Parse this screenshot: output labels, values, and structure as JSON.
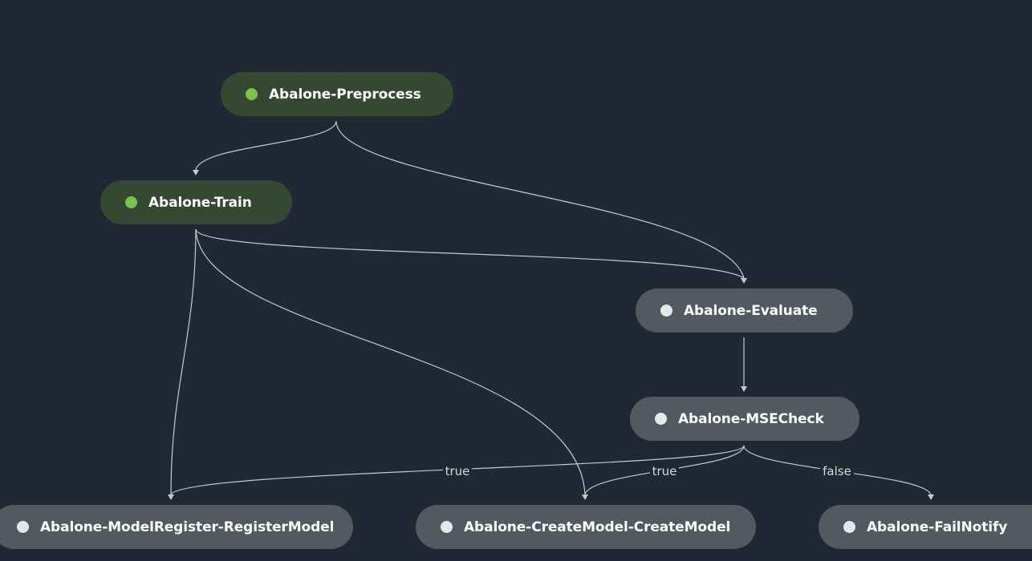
{
  "pipeline": {
    "nodes": [
      {
        "id": "preprocess",
        "label": "Abalone-Preprocess",
        "status": "succeeded",
        "status_color": "#7cc24f"
      },
      {
        "id": "train",
        "label": "Abalone-Train",
        "status": "succeeded",
        "status_color": "#7cc24f"
      },
      {
        "id": "evaluate",
        "label": "Abalone-Evaluate",
        "status": "pending",
        "status_color": "#e6e7e9"
      },
      {
        "id": "msecheck",
        "label": "Abalone-MSECheck",
        "status": "pending",
        "status_color": "#e6e7e9"
      },
      {
        "id": "register",
        "label": "Abalone-ModelRegister-RegisterModel",
        "status": "pending",
        "status_color": "#e6e7e9"
      },
      {
        "id": "createmodel",
        "label": "Abalone-CreateModel-CreateModel",
        "status": "pending",
        "status_color": "#e6e7e9"
      },
      {
        "id": "failnotify",
        "label": "Abalone-FailNotify",
        "status": "pending",
        "status_color": "#e6e7e9"
      }
    ],
    "edges": [
      {
        "from": "preprocess",
        "to": "train",
        "label": ""
      },
      {
        "from": "preprocess",
        "to": "evaluate",
        "label": ""
      },
      {
        "from": "train",
        "to": "evaluate",
        "label": ""
      },
      {
        "from": "train",
        "to": "register",
        "label": ""
      },
      {
        "from": "train",
        "to": "createmodel",
        "label": ""
      },
      {
        "from": "evaluate",
        "to": "msecheck",
        "label": ""
      },
      {
        "from": "msecheck",
        "to": "register",
        "label": "true"
      },
      {
        "from": "msecheck",
        "to": "createmodel",
        "label": "true"
      },
      {
        "from": "msecheck",
        "to": "failnotify",
        "label": "false"
      }
    ],
    "colors": {
      "background": "#212833",
      "succeeded_node": "#354832",
      "pending_node": "#535861",
      "edge": "#c6cad1"
    }
  }
}
